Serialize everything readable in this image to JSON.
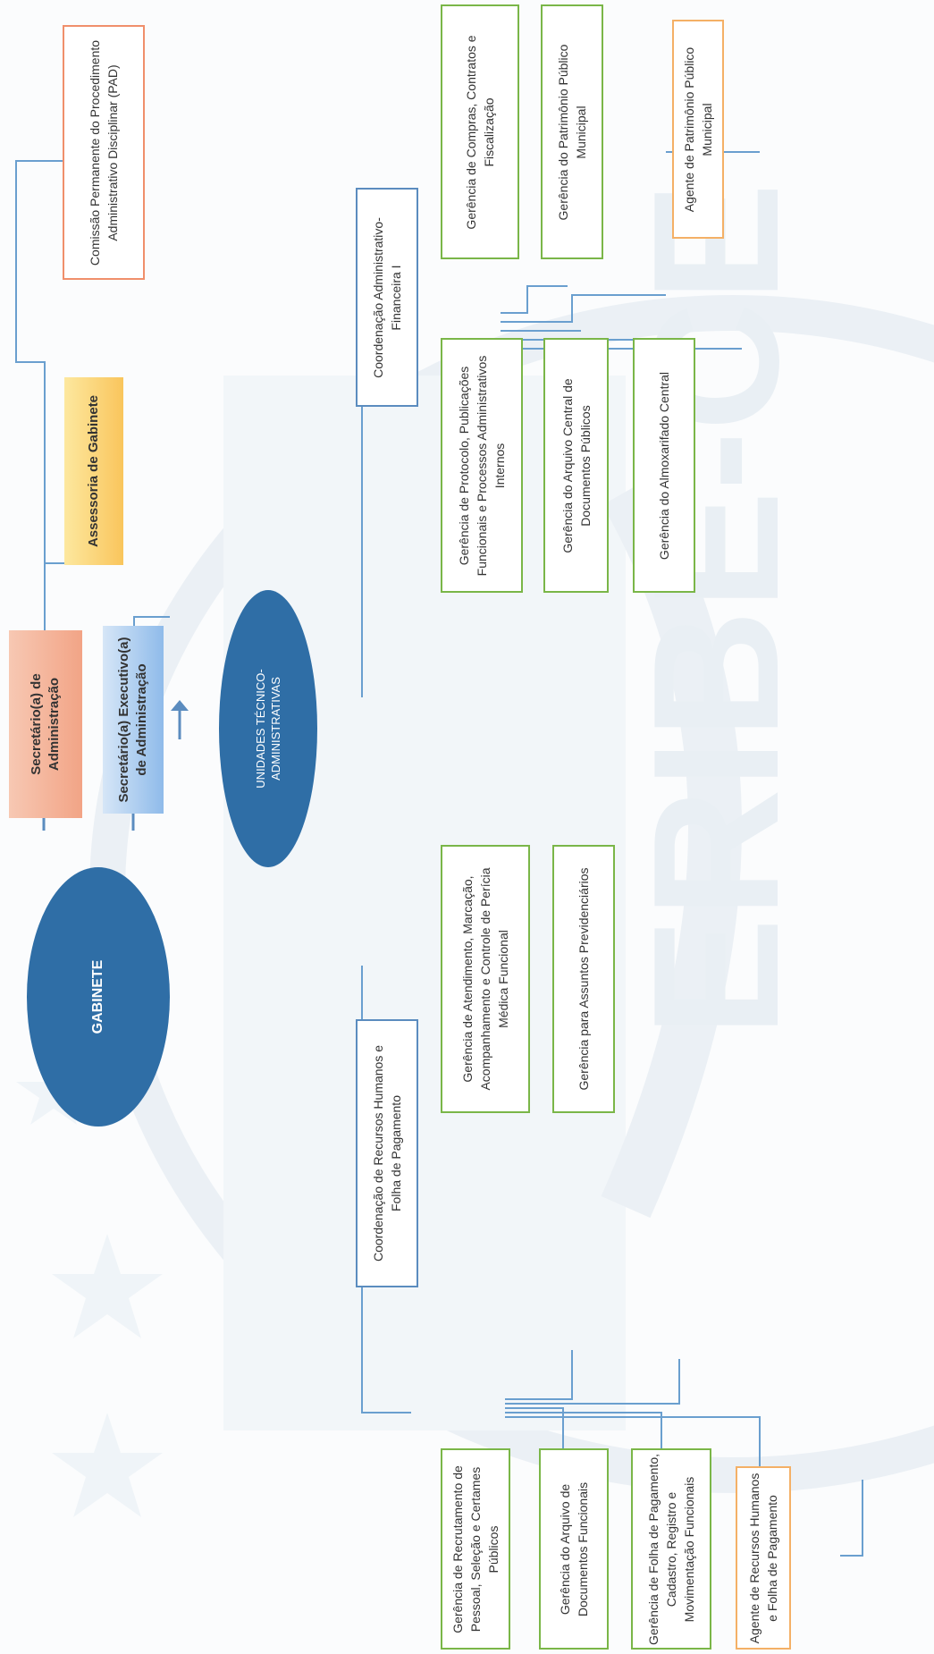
{
  "gabinete": "GABINETE",
  "secretario": "Secretário(a) de Administração",
  "assessoria": "Assessoria de Gabinete",
  "secretario_executivo": "Secretário(a) Executivo(a) de Administração",
  "unidades": "UNIDADES TÉCNICO-ADMINISTRATIVAS",
  "comissao": "Comissão Permanente do Procedimento Administrativo Disciplinar (PAD)",
  "coord_admin": "Coordenação Administrativo-Financeira I",
  "gerencia_compras": "Gerência de Compras, Contratos e Fiscalização",
  "gerencia_patrimonio": "Gerência do Patrimônio Público Municipal",
  "agente_patrimonio": "Agente de Patrimônio Público Municipal",
  "gerencia_protocolo": "Gerência de Protocolo, Publicações Funcionais e Processos Administrativos Internos",
  "gerencia_arquivo_central": "Gerência do Arquivo Central de Documentos Públicos",
  "gerencia_almoxarifado": "Gerência do Almoxarifado Central",
  "coord_rh": "Coordenação de Recursos Humanos e Folha de Pagamento",
  "gerencia_atendimento": "Gerência de Atendimento, Marcação, Acompanhamento e Controle de Perícia Médica Funcional",
  "gerencia_previdenciarios": "Gerência para Assuntos Previdenciários",
  "gerencia_recrutamento": "Gerência de Recrutamento de Pessoal, Seleção e Certames Públicos",
  "gerencia_arquivo_funcionais": "Gerência do Arquivo de Documentos Funcionais",
  "gerencia_folha": "Gerência de Folha de Pagamento, Cadastro, Registro e Movimentação Funcionais",
  "agente_rh": "Agente de Recursos Humanos e Folha de Pagamento",
  "watermark_text": "ERIBE-CE",
  "colors": {
    "ellipse": "#2f6ea6",
    "line": "#5b8cbf",
    "green_border": "#7ab648",
    "orange_border": "#f4b066",
    "red_border": "#f08f6b"
  }
}
